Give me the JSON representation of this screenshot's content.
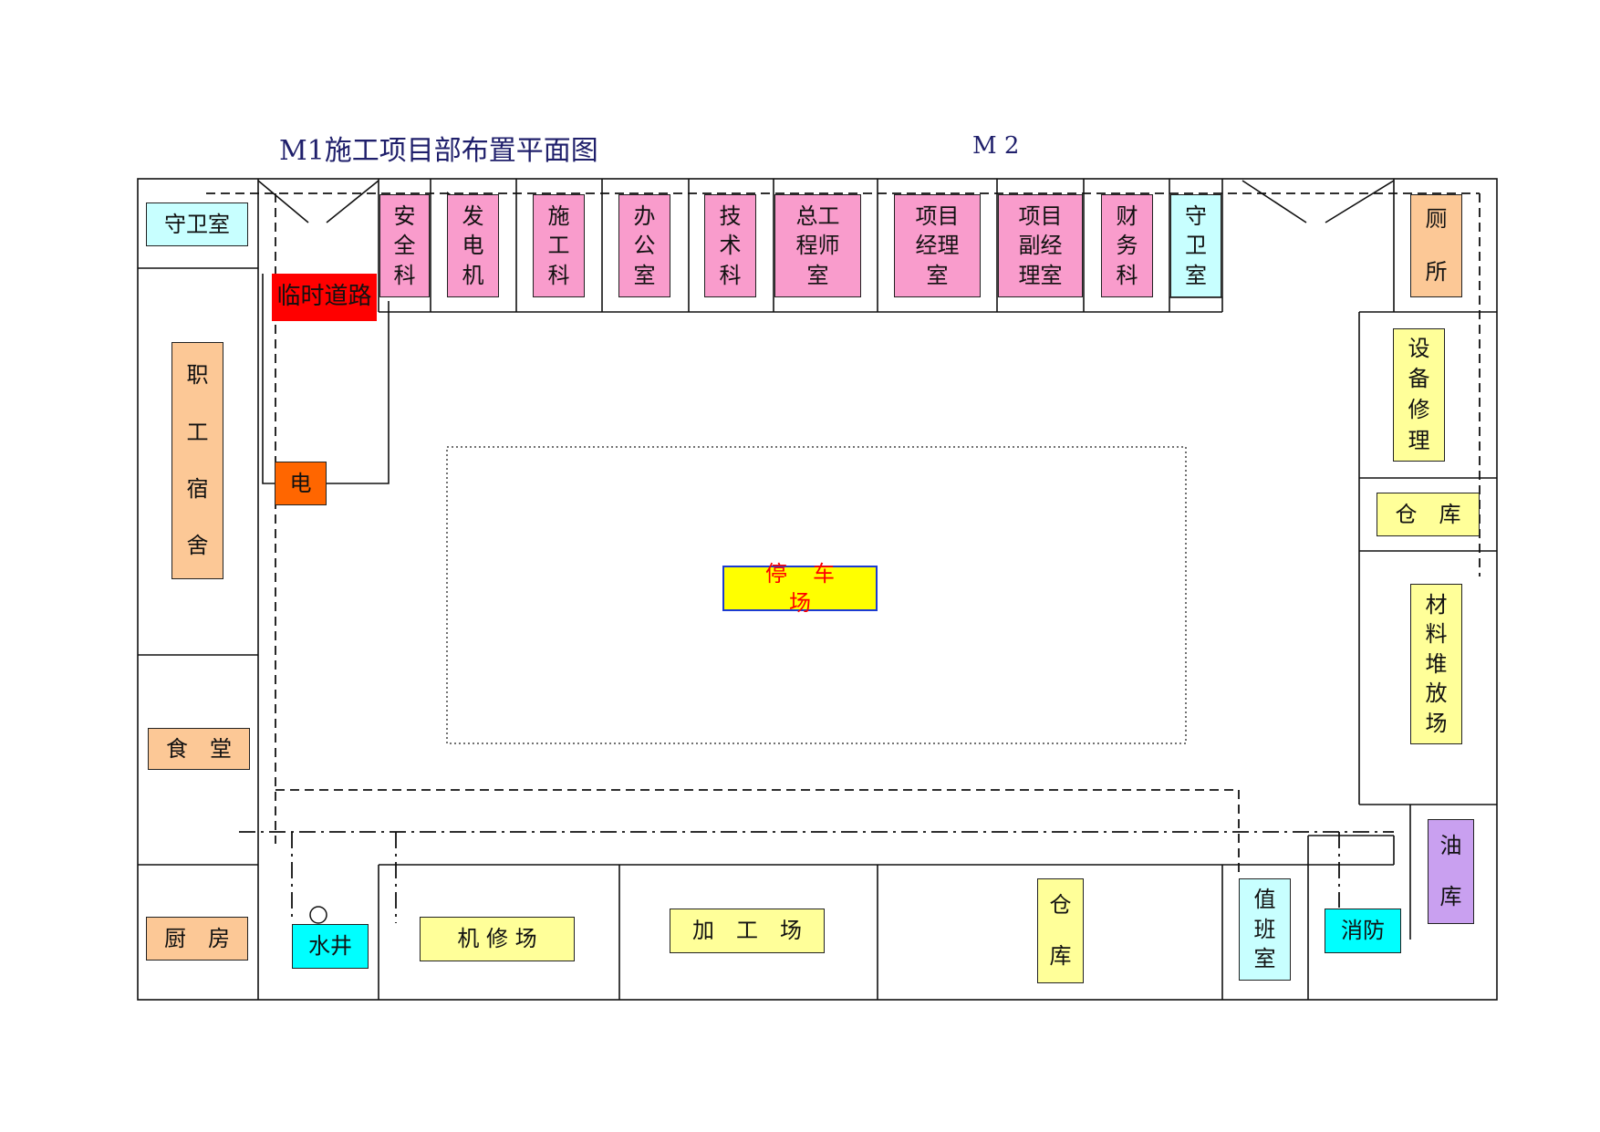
{
  "title_left": "M1施工项目部布置平面图",
  "title_right": "M 2",
  "colors": {
    "office": "#f99ccc",
    "living": "#fcc896",
    "guard": "#c8ffff",
    "work": "#ffff99",
    "utility": "#00ffff",
    "oil": "#c9a0f0",
    "road": "#ff0000",
    "power": "#ff6600",
    "parking": "#ffff00"
  },
  "rooms": {
    "guard_left": "守卫室",
    "dorm": [
      "职",
      "工",
      "宿",
      "舍"
    ],
    "canteen": "食　堂",
    "kitchen": "厨　房",
    "temp_road": "临时道路",
    "power": "电",
    "safety": [
      "安",
      "全",
      "科"
    ],
    "generator": [
      "发",
      "电",
      "机"
    ],
    "construction": [
      "施",
      "工",
      "科"
    ],
    "office": [
      "办",
      "公",
      "室"
    ],
    "technical": [
      "技",
      "术",
      "科"
    ],
    "chief_engineer": [
      "总工",
      "程师",
      "室"
    ],
    "pm": [
      "项目",
      "经理",
      "室"
    ],
    "deputy_pm": [
      "项目",
      "副经",
      "理室"
    ],
    "finance": [
      "财",
      "务",
      "科"
    ],
    "guard_top": [
      "守",
      "卫",
      "室"
    ],
    "toilet": [
      "厕",
      "所"
    ],
    "equipment_repair": [
      "设",
      "备",
      "修",
      "理"
    ],
    "warehouse_right": "仓　库",
    "material_yard": [
      "材",
      "料",
      "堆",
      "放",
      "场"
    ],
    "oil": [
      "油",
      "库"
    ],
    "parking": "停车场",
    "water_well": "水井",
    "repair_shop": "机 修 场",
    "processing": "加　工　场",
    "warehouse_bottom": [
      "仓",
      "库"
    ],
    "duty_room": [
      "值",
      "班",
      "室"
    ],
    "fire": "消防"
  }
}
